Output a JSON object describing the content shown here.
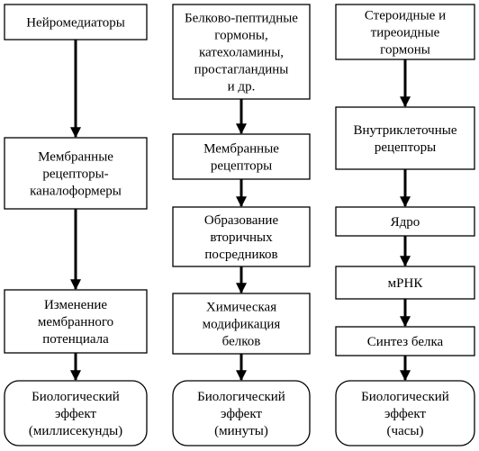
{
  "columns": [
    {
      "id": "neuro",
      "nodes": [
        {
          "lines": [
            "Нейромедиаторы"
          ],
          "kind": "box"
        },
        {
          "lines": [
            "Мембранные",
            "рецепторы-",
            "каналоформеры"
          ],
          "kind": "box"
        },
        {
          "lines": [
            "Изменение",
            "мембранного",
            "потенциала"
          ],
          "kind": "box"
        },
        {
          "lines": [
            "Биологический",
            "эффект",
            "(миллисекунды)"
          ],
          "kind": "rounded"
        }
      ]
    },
    {
      "id": "peptide",
      "nodes": [
        {
          "lines": [
            "Белково-пептидные",
            "гормоны,",
            "катехоламины,",
            "простагландины",
            "и др."
          ],
          "kind": "box"
        },
        {
          "lines": [
            "Мембранные",
            "рецепторы"
          ],
          "kind": "box"
        },
        {
          "lines": [
            "Образование",
            "вторичных",
            "посредников"
          ],
          "kind": "box"
        },
        {
          "lines": [
            "Химическая",
            "модификация",
            "белков"
          ],
          "kind": "box"
        },
        {
          "lines": [
            "Биологический",
            "эффект",
            "(минуты)"
          ],
          "kind": "rounded"
        }
      ]
    },
    {
      "id": "steroid",
      "nodes": [
        {
          "lines": [
            "Стероидные и",
            "тиреоидные",
            "гормоны"
          ],
          "kind": "box"
        },
        {
          "lines": [
            "Внутриклеточные",
            "рецепторы"
          ],
          "kind": "box"
        },
        {
          "lines": [
            "Ядро"
          ],
          "kind": "box"
        },
        {
          "lines": [
            "мРНК"
          ],
          "kind": "box"
        },
        {
          "lines": [
            "Синтез белка"
          ],
          "kind": "box"
        },
        {
          "lines": [
            "Биологический",
            "эффект",
            "(часы)"
          ],
          "kind": "rounded"
        }
      ]
    }
  ]
}
